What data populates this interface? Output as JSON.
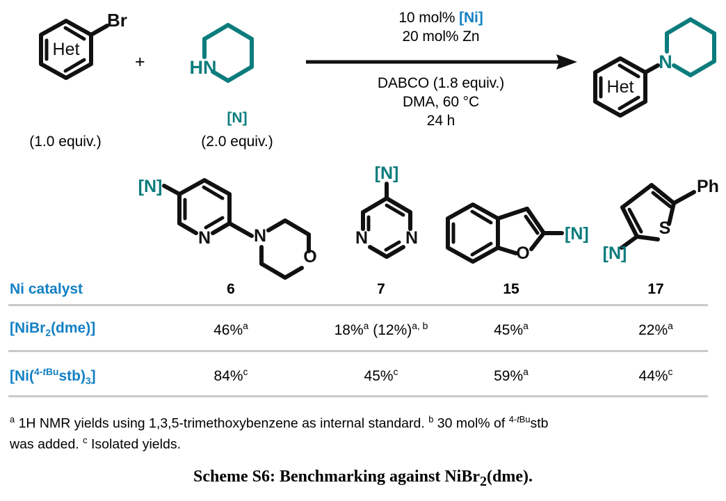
{
  "colors": {
    "teal": "#0c7c7c",
    "blue": "#1380c4",
    "bond": "#111111",
    "rule": "#c9c9c9"
  },
  "scheme": {
    "reactant1": {
      "core_label": "Het",
      "substituent_label": "Br",
      "equiv": "(1.0 equiv.)"
    },
    "plus": "+",
    "reactant2": {
      "nh_label": "HN",
      "tag": "[N]",
      "equiv": "(2.0 equiv.)"
    },
    "arrow": {
      "above_line1_prefix": "10 mol% ",
      "above_line1_catalyst": "[Ni]",
      "above_line2": "20 mol% Zn",
      "below_line1": "DABCO (1.8 equiv.)",
      "below_line2": "DMA, 60 °C",
      "below_line3": "24 h"
    },
    "product": {
      "core_label": "Het",
      "amine_label": "N"
    }
  },
  "substrates": [
    {
      "id": "6",
      "name": "5-[N]-2-morpholinopyridine",
      "tag": "[N]",
      "atoms": [
        "N",
        "N",
        "O"
      ]
    },
    {
      "id": "7",
      "name": "5-[N]-pyrimidine",
      "tag": "[N]",
      "atoms": [
        "N",
        "N"
      ]
    },
    {
      "id": "15",
      "name": "2-[N]-benzofuran",
      "tag": "[N]",
      "atoms": [
        "O"
      ]
    },
    {
      "id": "17",
      "name": "2-[N]-5-phenylthiophene",
      "tag": "[N]",
      "atoms": [
        "S"
      ],
      "substituent_label": "Ph"
    }
  ],
  "table": {
    "corner_label": "Ni catalyst",
    "columns": [
      "6",
      "7",
      "15",
      "17"
    ],
    "rows": [
      {
        "label_parts": {
          "pre": "[NiBr",
          "sub": "2",
          "post": "(dme)]"
        },
        "cells": [
          {
            "value": "46%",
            "notes": "a"
          },
          {
            "value": "18%",
            "notes": "a",
            "paren": "(12%)",
            "paren_notes": "a, b"
          },
          {
            "value": "45%",
            "notes": "a"
          },
          {
            "value": "22%",
            "notes": "a"
          }
        ]
      },
      {
        "label_parts": {
          "pre": "[Ni(",
          "sup": "4-tBu",
          "mid": "stb)",
          "sub": "3",
          "post": "]"
        },
        "cells": [
          {
            "value": "84%",
            "notes": "c"
          },
          {
            "value": "45%",
            "notes": "c"
          },
          {
            "value": "59%",
            "notes": "a"
          },
          {
            "value": "44%",
            "notes": "c"
          }
        ]
      }
    ]
  },
  "footnotes": {
    "line1_a_marker": "a",
    "line1_a_text": " 1H NMR yields using 1,3,5-trimethoxybenzene as internal standard. ",
    "line1_b_marker": "b",
    "line1_b_text_pre": " 30 mol% of ",
    "line1_b_sup": "4-tBu",
    "line1_b_text_post": "stb",
    "line2_pre": "was added. ",
    "line2_c_marker": "c",
    "line2_c_text": " Isolated yields."
  },
  "caption": {
    "prefix": "Scheme S6: Benchmarking against NiBr",
    "sub": "2",
    "suffix": "(dme)."
  }
}
